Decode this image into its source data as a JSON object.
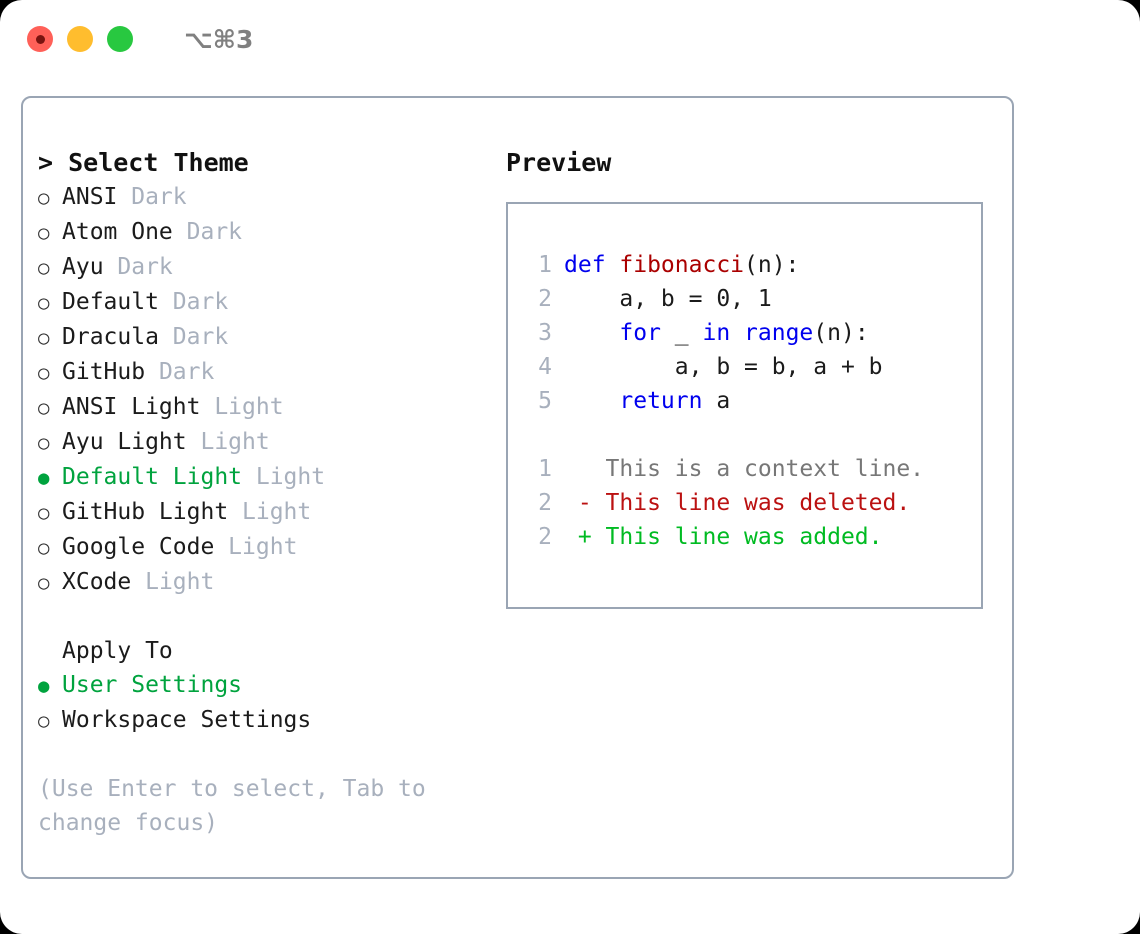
{
  "window": {
    "shortcut_label": "⌥⌘3",
    "traffic_lights": [
      {
        "name": "close",
        "color": "#ff6058"
      },
      {
        "name": "minimize",
        "color": "#ffbd2e"
      },
      {
        "name": "maximize",
        "color": "#28c840"
      }
    ]
  },
  "theme_picker": {
    "header": "> Select Theme",
    "bullet_selected": "●",
    "bullet_unselected": "○",
    "items": [
      {
        "label": "ANSI",
        "badge": "Dark",
        "selected": false
      },
      {
        "label": "Atom One",
        "badge": "Dark",
        "selected": false
      },
      {
        "label": "Ayu",
        "badge": "Dark",
        "selected": false
      },
      {
        "label": "Default",
        "badge": "Dark",
        "selected": false
      },
      {
        "label": "Dracula",
        "badge": "Dark",
        "selected": false
      },
      {
        "label": "GitHub",
        "badge": "Dark",
        "selected": false
      },
      {
        "label": "ANSI Light",
        "badge": "Light",
        "selected": false
      },
      {
        "label": "Ayu Light",
        "badge": "Light",
        "selected": false
      },
      {
        "label": "Default Light",
        "badge": "Light",
        "selected": true
      },
      {
        "label": "GitHub Light",
        "badge": "Light",
        "selected": false
      },
      {
        "label": "Google Code",
        "badge": "Light",
        "selected": false
      },
      {
        "label": "XCode",
        "badge": "Light",
        "selected": false
      }
    ]
  },
  "apply_to": {
    "header": "Apply To",
    "items": [
      {
        "label": "User Settings",
        "selected": true
      },
      {
        "label": "Workspace Settings",
        "selected": false
      }
    ]
  },
  "hint": "(Use Enter to select, Tab to change focus)",
  "preview": {
    "title": "Preview",
    "code_lines": [
      {
        "number": "1",
        "tokens": [
          {
            "text": "def ",
            "kind": "kw"
          },
          {
            "text": "fibonacci",
            "kind": "fn"
          },
          {
            "text": "(n):",
            "kind": "plain"
          }
        ]
      },
      {
        "number": "2",
        "tokens": [
          {
            "text": "    a, b = 0, 1",
            "kind": "plain"
          }
        ]
      },
      {
        "number": "3",
        "tokens": [
          {
            "text": "    ",
            "kind": "plain"
          },
          {
            "text": "for",
            "kind": "kw"
          },
          {
            "text": " _ ",
            "kind": "plain"
          },
          {
            "text": "in",
            "kind": "kw"
          },
          {
            "text": " ",
            "kind": "plain"
          },
          {
            "text": "range",
            "kind": "kw"
          },
          {
            "text": "(n):",
            "kind": "plain"
          }
        ]
      },
      {
        "number": "4",
        "tokens": [
          {
            "text": "        a, b = b, a + b",
            "kind": "plain"
          }
        ]
      },
      {
        "number": "5",
        "tokens": [
          {
            "text": "    ",
            "kind": "plain"
          },
          {
            "text": "return",
            "kind": "kw"
          },
          {
            "text": " a",
            "kind": "plain"
          }
        ]
      }
    ],
    "diff_lines": [
      {
        "number": "1",
        "marker": " ",
        "text": "This is a context line.",
        "kind": "ctx"
      },
      {
        "number": "2",
        "marker": "-",
        "text": "This line was deleted.",
        "kind": "del"
      },
      {
        "number": "2",
        "marker": "+",
        "text": "This line was added.",
        "kind": "add"
      }
    ]
  },
  "colors": {
    "accent_green": "#00a33e",
    "border": "#9aa5b4",
    "muted": "#a8b0bd",
    "keyword": "#0000ee",
    "function": "#aa0000",
    "diff_added": "#00bb22",
    "diff_deleted": "#bb1111",
    "diff_context": "#777777"
  }
}
